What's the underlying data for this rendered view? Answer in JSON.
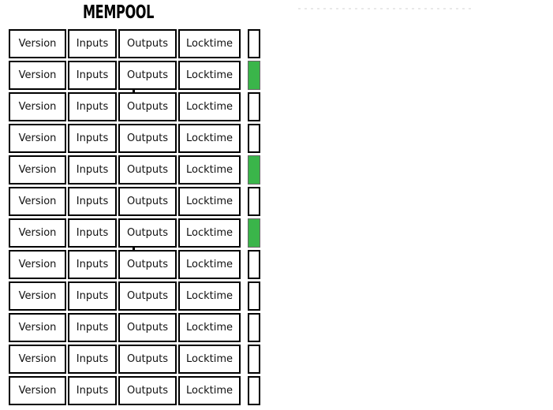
{
  "title": "MEMPOOL",
  "transaction_fields": [
    "Version",
    "Inputs",
    "Outputs",
    "Locktime"
  ],
  "transactions": [
    {
      "flag": "white"
    },
    {
      "flag": "green"
    },
    {
      "flag": "white",
      "connector_above": true
    },
    {
      "flag": "white"
    },
    {
      "flag": "green"
    },
    {
      "flag": "white"
    },
    {
      "flag": "green"
    },
    {
      "flag": "white",
      "connector_above": true
    },
    {
      "flag": "white"
    },
    {
      "flag": "white"
    },
    {
      "flag": "white"
    },
    {
      "flag": "white"
    }
  ],
  "colors": {
    "flag_green": "#3ab54a",
    "flag_white": "#ffffff",
    "cell_border": "#000000",
    "text": "#111111",
    "dashed_line": "#e9e9e9",
    "background": "#ffffff"
  }
}
